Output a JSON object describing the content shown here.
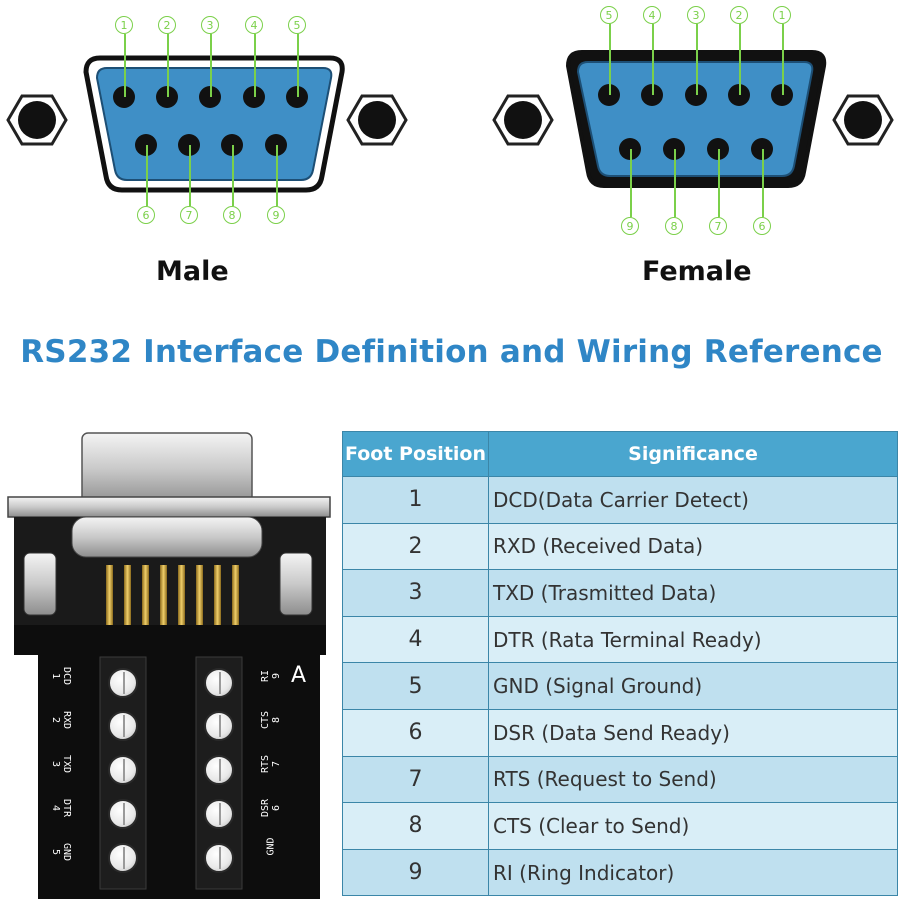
{
  "connectors": {
    "male": {
      "label": "Male",
      "top_pins": [
        "1",
        "2",
        "3",
        "4",
        "5"
      ],
      "bottom_pins": [
        "6",
        "7",
        "8",
        "9"
      ]
    },
    "female": {
      "label": "Female",
      "top_pins": [
        "5",
        "4",
        "3",
        "2",
        "1"
      ],
      "bottom_pins": [
        "9",
        "8",
        "7",
        "6"
      ]
    }
  },
  "title": "RS232 Interface Definition and Wiring Reference",
  "table": {
    "headers": [
      "Foot Position",
      "Significance"
    ],
    "rows": [
      {
        "pos": "1",
        "sig": "DCD(Data Carrier Detect)"
      },
      {
        "pos": "2",
        "sig": "RXD (Received Data)"
      },
      {
        "pos": "3",
        "sig": "TXD (Trasmitted Data)"
      },
      {
        "pos": "4",
        "sig": "DTR (Rata Terminal Ready)"
      },
      {
        "pos": "5",
        "sig": "GND (Signal Ground)"
      },
      {
        "pos": "6",
        "sig": "DSR (Data Send Ready)"
      },
      {
        "pos": "7",
        "sig": "RTS (Request to Send)"
      },
      {
        "pos": "8",
        "sig": "CTS (Clear to Send)"
      },
      {
        "pos": "9",
        "sig": "RI (Ring Indicator)"
      }
    ]
  },
  "adapter": {
    "side_mark": "A",
    "left_labels": [
      {
        "name": "DCD",
        "num": "1"
      },
      {
        "name": "RXD",
        "num": "2"
      },
      {
        "name": "TXD",
        "num": "3"
      },
      {
        "name": "DTR",
        "num": "4"
      },
      {
        "name": "GND",
        "num": "5"
      }
    ],
    "right_labels": [
      {
        "name": "RI",
        "num": "9"
      },
      {
        "name": "CTS",
        "num": "8"
      },
      {
        "name": "RTS",
        "num": "7"
      },
      {
        "name": "DSR",
        "num": "6"
      },
      {
        "name": "GND",
        "num": ""
      }
    ]
  },
  "colors": {
    "shell_blue": "#3f8fc6",
    "pin_label_green": "#7bd04a",
    "title_blue": "#2f86c6",
    "table_header": "#4aa6cf",
    "table_row_a": "#bfe0ef",
    "table_row_b": "#d9eef7"
  }
}
